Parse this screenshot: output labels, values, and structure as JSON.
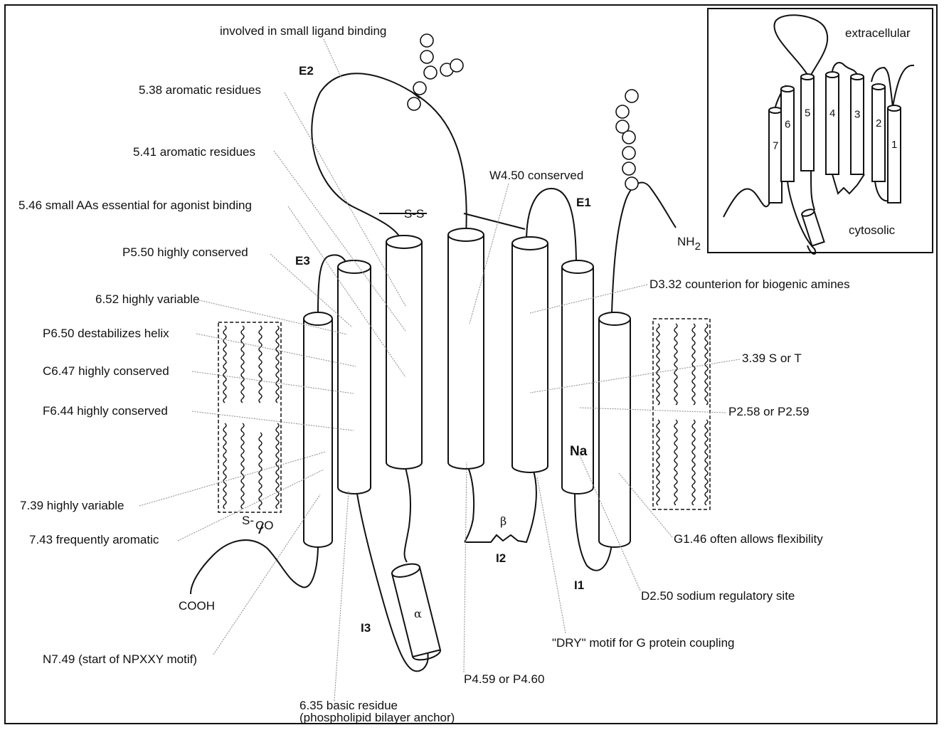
{
  "loops": {
    "e1": "E1",
    "e2": "E2",
    "e3": "E3",
    "i1": "I1",
    "i2": "I2",
    "i3": "I3"
  },
  "termini": {
    "amino": "NH",
    "amino_sub": "2",
    "carboxyl": "COOH"
  },
  "bond_label": "S-S",
  "palmitoyl": {
    "s": "S-",
    "co": "CO"
  },
  "sodium": "Na",
  "alpha": "α",
  "beta": "β",
  "annotations": {
    "ligand": "involved in small ligand binding",
    "a538": "5.38 aromatic residues",
    "a541": "5.41 aromatic residues",
    "a546": "5.46 small AAs essential for agonist binding",
    "p550": "P5.50 highly conserved",
    "v652": "6.52 highly variable",
    "p650": "P6.50 destabilizes helix",
    "c647": "C6.47 highly conserved",
    "f644": "F6.44 highly conserved",
    "v739": "7.39 highly variable",
    "a743": "7.43 frequently aromatic",
    "n749": "N7.49 (start of NPXXY motif)",
    "b635_1": "6.35 basic residue",
    "b635_2": "(phospholipid bilayer anchor)",
    "p459": "P4.59 or P4.60",
    "dry": "\"DRY\" motif for G protein coupling",
    "d250": "D2.50 sodium regulatory site",
    "g146": "G1.46 often allows flexibility",
    "p258": "P2.58 or P2.59",
    "s339": "3.39 S or T",
    "d332": "D3.32 counterion for biogenic amines",
    "w450": "W4.50 conserved"
  },
  "inset": {
    "extracellular": "extracellular",
    "cytosolic": "cytosolic",
    "helix_numbers": [
      "7",
      "6",
      "5",
      "4",
      "3",
      "2",
      "1"
    ]
  }
}
